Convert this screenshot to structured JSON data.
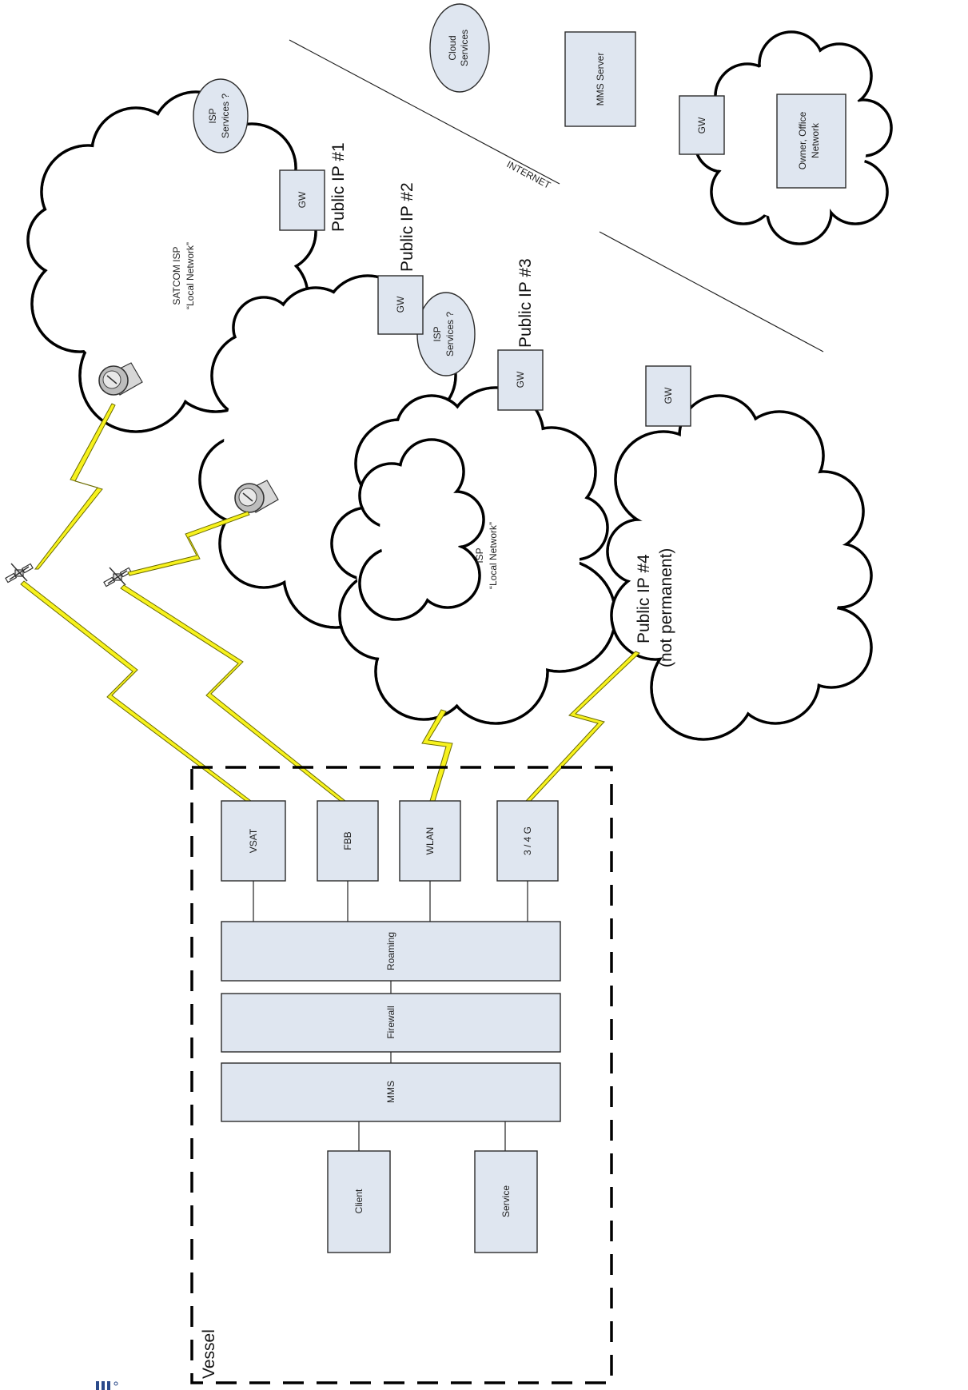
{
  "internet_label": "INTERNET",
  "cloud_services": "Cloud Services",
  "mms_server": "MMS Server",
  "gw": "GW",
  "owner_office": "Owner, Office Network",
  "isp_services": "ISP Services ?",
  "satcom_isp": "SATCOM ISP",
  "local_network": "“Local Network”",
  "isp": "ISP",
  "public_ip_1": "Public IP #1",
  "public_ip_2": "Public IP #2",
  "public_ip_3": "Public IP #3",
  "public_ip_4": "Public IP #4",
  "not_permanent": "(not permanent)",
  "vessel": "Vessel",
  "modules": [
    "VSAT",
    "FBB",
    "WLAN",
    "3 / 4 G"
  ],
  "layers": [
    "Roaming",
    "Firewall",
    "MMS"
  ],
  "endpoints": [
    "Client",
    "Service"
  ],
  "colors": {
    "box_fill": "#dfe6f0",
    "lightning": "#f7f21d",
    "outline": "#000000"
  }
}
